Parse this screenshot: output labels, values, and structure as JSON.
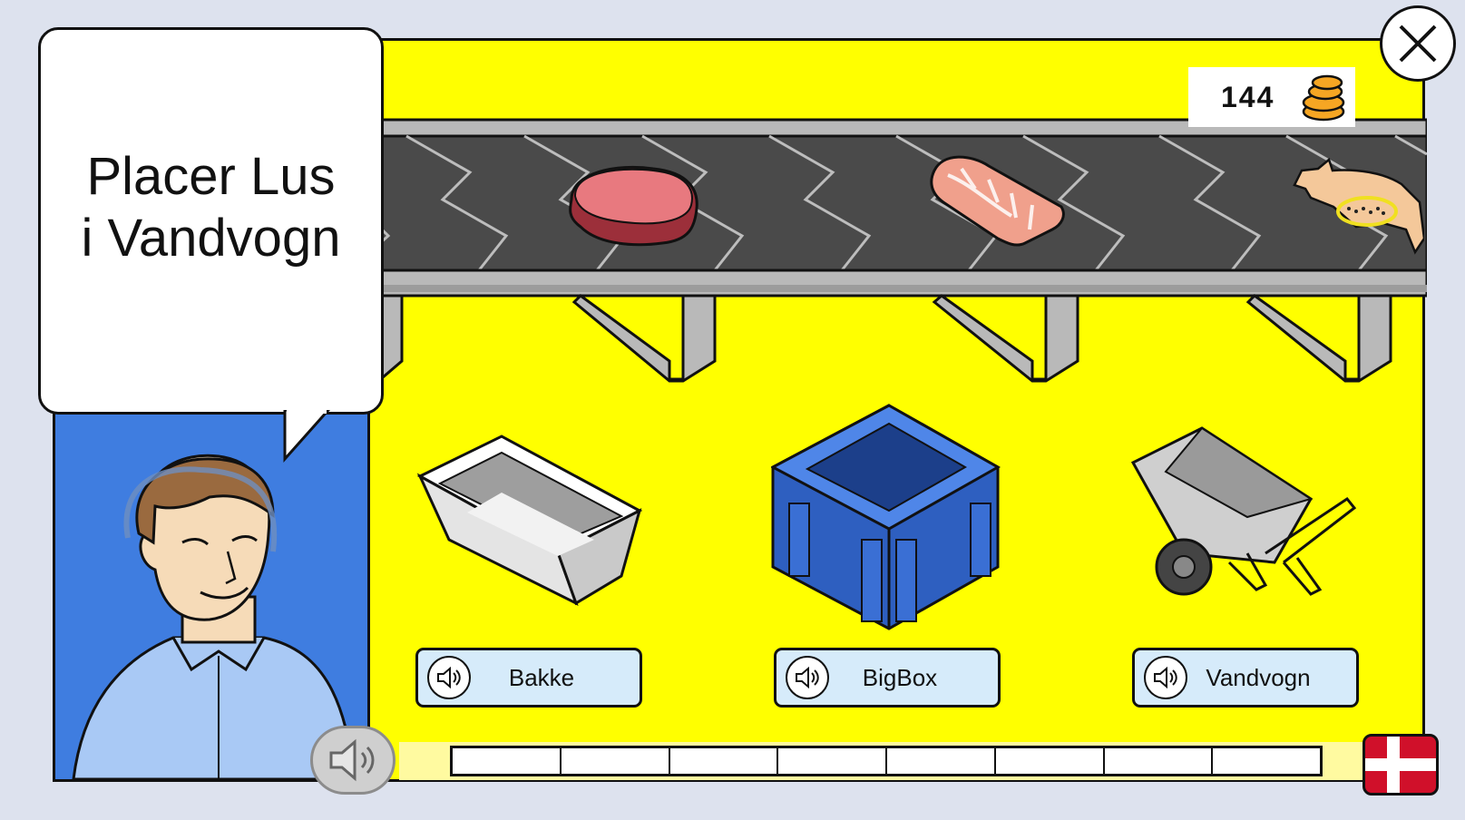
{
  "speech": {
    "line1": "Placer Lus",
    "line2": "i Vandvogn"
  },
  "coins": {
    "count": "144",
    "icon": "coin-stack-icon"
  },
  "conveyor_items": [
    {
      "name": "steak",
      "icon": "steak-icon"
    },
    {
      "name": "bacon",
      "icon": "bacon-icon"
    },
    {
      "name": "pig-with-lice",
      "icon": "pig-icon"
    }
  ],
  "containers": [
    {
      "label": "Bakke",
      "icon": "tray-icon"
    },
    {
      "label": "BigBox",
      "icon": "bigbox-crate-icon"
    },
    {
      "label": "Vandvogn",
      "icon": "wheelbarrow-icon"
    }
  ],
  "progress": {
    "segments": 8,
    "filled": 0
  },
  "language": {
    "flag": "denmark-flag-icon"
  },
  "colors": {
    "background": "#ffff00",
    "character_panel": "#3f7de0",
    "label_button": "#d6ebfa",
    "flag_red": "#d0102a"
  }
}
